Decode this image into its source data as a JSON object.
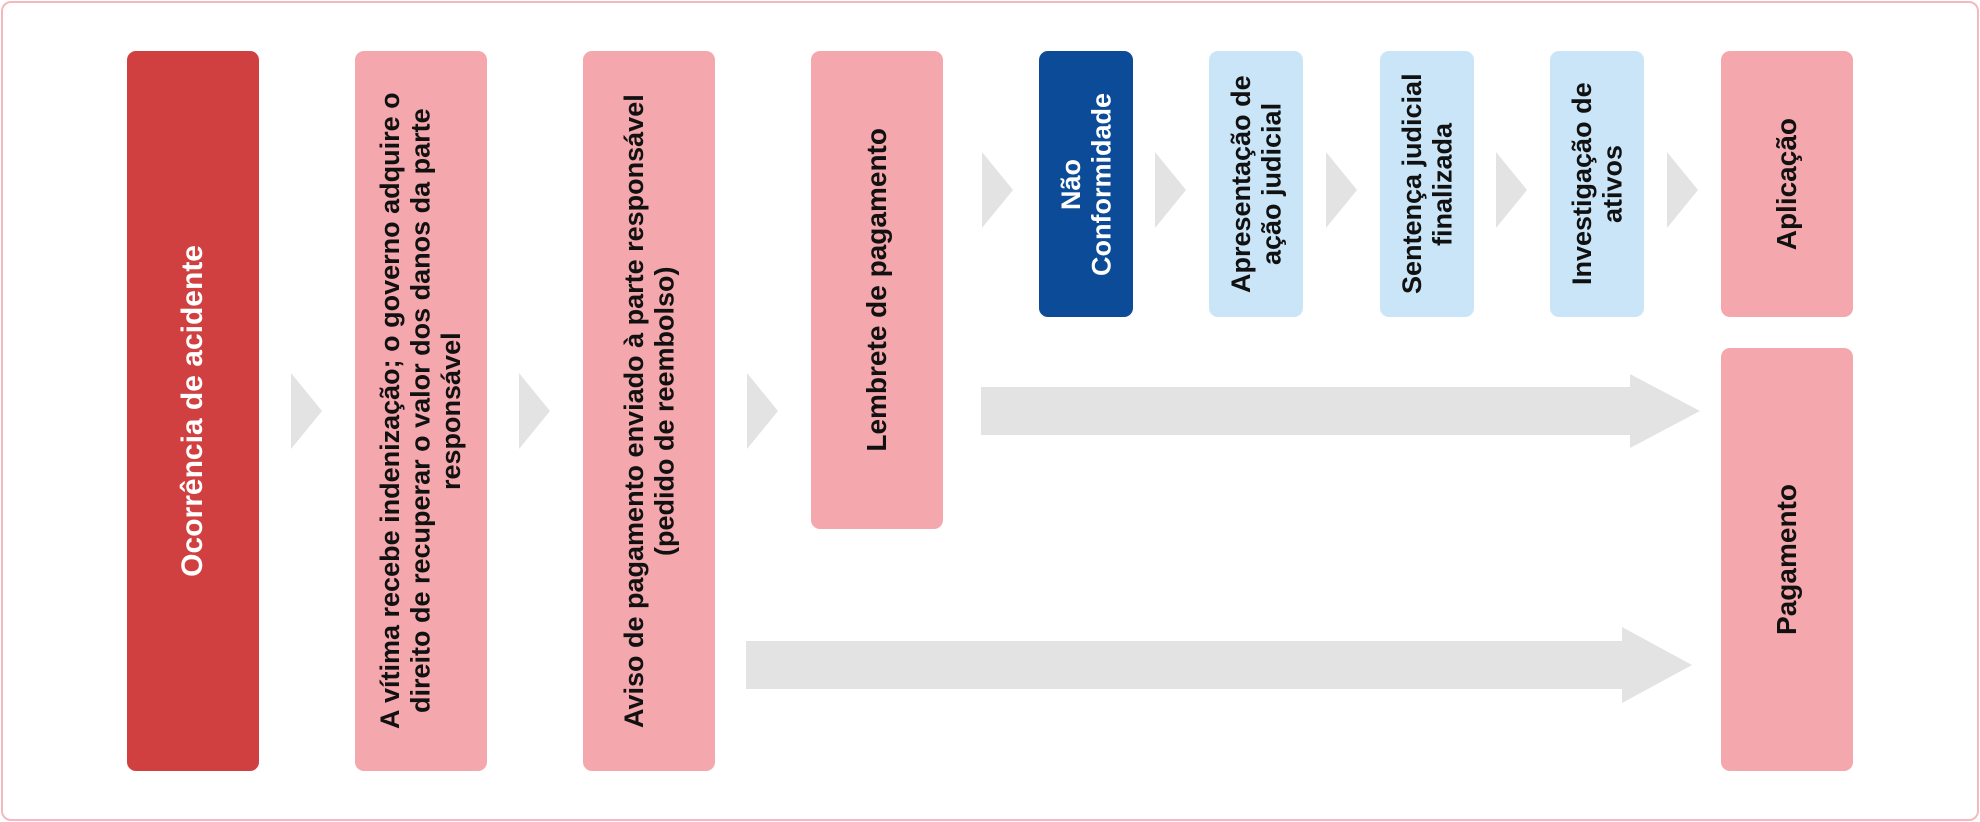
{
  "diagram": {
    "colors": {
      "accident": "#d14040",
      "step": "#f4a7ad",
      "non_conformity": "#0c4b97",
      "legal_step": "#c9e5f7",
      "connector": "#e3e3e3",
      "border": "#f4b8be"
    },
    "boxes": {
      "accident": "Ocorrência de acidente",
      "compensation": "A vítima recebe indenização; o governo adquire o direito de recuperar o valor dos danos da parte responsável",
      "notice": "Aviso de pagamento enviado à parte responsável (pedido de reembolso)",
      "reminder": "Lembrete de pagamento",
      "non_conformity": "Não Conformidade",
      "lawsuit": "Apresentação de ação judicial",
      "judgment": "Sentença judicial finalizada",
      "assets": "Investigação de ativos",
      "enforcement": "Aplicação",
      "payment": "Pagamento"
    }
  }
}
